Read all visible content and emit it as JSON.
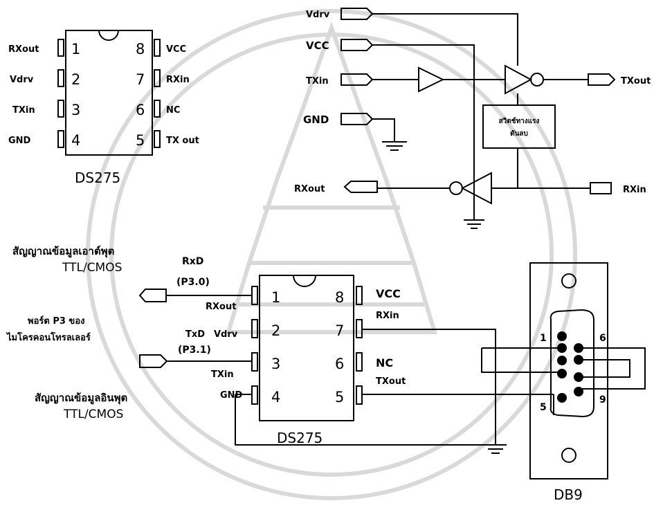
{
  "top_chip": {
    "name": "DS275",
    "pins": [
      {
        "num": "1",
        "label": "RXout"
      },
      {
        "num": "2",
        "label": "Vdrv"
      },
      {
        "num": "3",
        "label": "TXin"
      },
      {
        "num": "4",
        "label": "GND"
      },
      {
        "num": "5",
        "label": "TX out"
      },
      {
        "num": "6",
        "label": "NC"
      },
      {
        "num": "7",
        "label": "RXin"
      },
      {
        "num": "8",
        "label": "VCC"
      }
    ]
  },
  "schematic": {
    "vdrv": "Vdrv",
    "vcc": "VCC",
    "txin": "TXin",
    "gnd": "GND",
    "rxout": "RXout",
    "txout": "TXout",
    "rxin": "RXin",
    "block_line1": "สวิตช์ทางแรง",
    "block_line2": "ดันลบ"
  },
  "bottom": {
    "out_title": "สัญญาณข้อมูลเอาต์พุต",
    "out_sub": "TTL/CMOS",
    "rxd": "RxD",
    "p30": "(P3.0)",
    "port_line1": "พอร์ต P3 ของ",
    "port_line2": "ไมโครคอนโทรลเลอร์",
    "txd": "TxD",
    "p31": "(P3.1)",
    "in_title": "สัญญาณข้อมูลอินพุต",
    "in_sub": "TTL/CMOS",
    "chip_name": "DS275",
    "pins": [
      {
        "num": "1",
        "label": "RXout"
      },
      {
        "num": "2",
        "label": "Vdrv"
      },
      {
        "num": "3",
        "label": "TXin"
      },
      {
        "num": "4",
        "label": "GND"
      },
      {
        "num": "5",
        "label": "TXout"
      },
      {
        "num": "6",
        "label": "NC"
      },
      {
        "num": "7",
        "label": "RXin"
      },
      {
        "num": "8",
        "label": "VCC"
      }
    ]
  },
  "db9": {
    "name": "DB9",
    "pin1": "1",
    "pin5": "5",
    "pin6": "6",
    "pin9": "9"
  }
}
